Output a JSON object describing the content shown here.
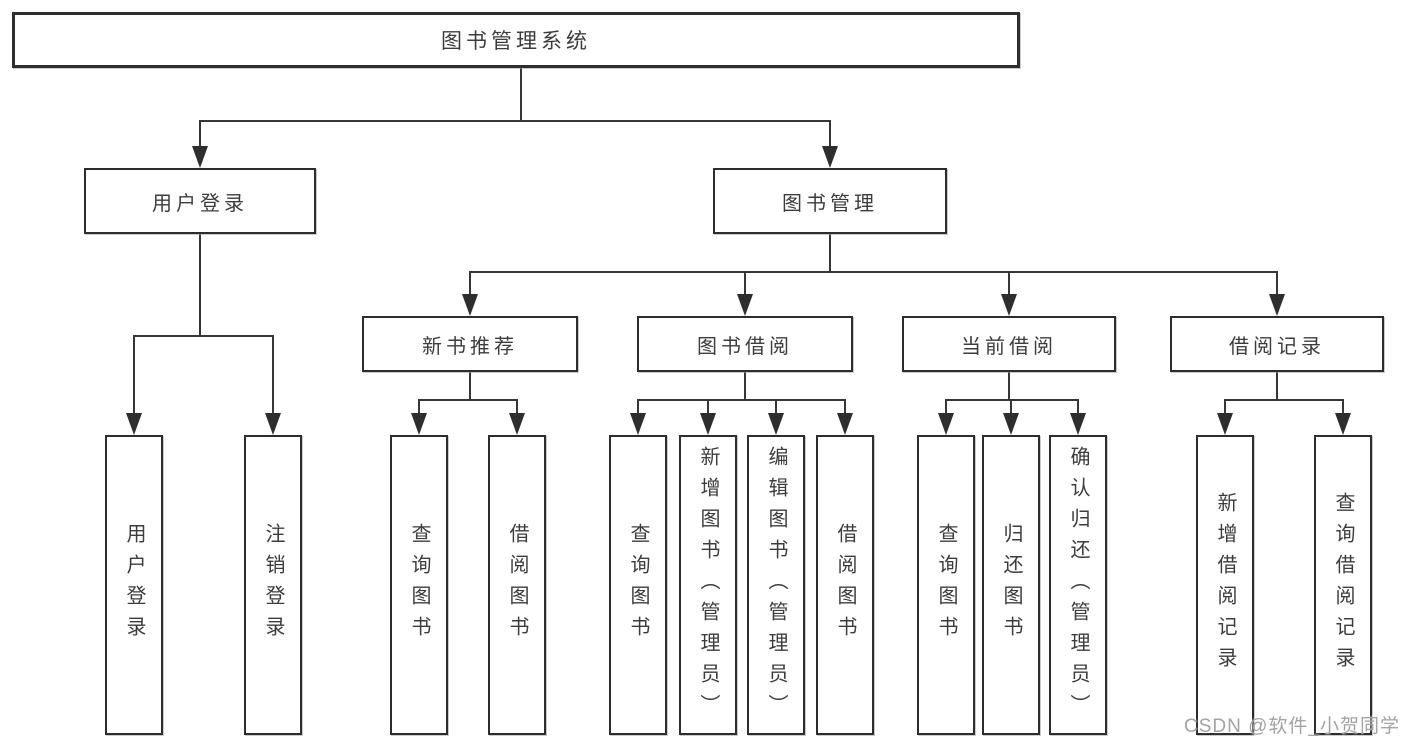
{
  "tree": {
    "label": "图书管理系统",
    "children": [
      {
        "label": "用户登录",
        "children": [
          {
            "label": "用户登录"
          },
          {
            "label": "注销登录"
          }
        ]
      },
      {
        "label": "图书管理",
        "children": [
          {
            "label": "新书推荐",
            "children": [
              {
                "label": "查询图书"
              },
              {
                "label": "借阅图书"
              }
            ]
          },
          {
            "label": "图书借阅",
            "children": [
              {
                "label": "查询图书"
              },
              {
                "label": "新增图书（管理员）"
              },
              {
                "label": "编辑图书（管理员）"
              },
              {
                "label": "借阅图书"
              }
            ]
          },
          {
            "label": "当前借阅",
            "children": [
              {
                "label": "查询图书"
              },
              {
                "label": "归还图书"
              },
              {
                "label": "确认归还（管理员）"
              }
            ]
          },
          {
            "label": "借阅记录",
            "children": [
              {
                "label": "新增借阅记录"
              },
              {
                "label": "查询借阅记录"
              }
            ]
          }
        ]
      }
    ]
  },
  "watermark": {
    "text": "CSDN @软件_小贺同学",
    "color": "#a3a3a3"
  },
  "colors": {
    "line": "#363636",
    "border": "#2d2d2d",
    "text": "#3c3c3c",
    "background": "#ffffff"
  }
}
